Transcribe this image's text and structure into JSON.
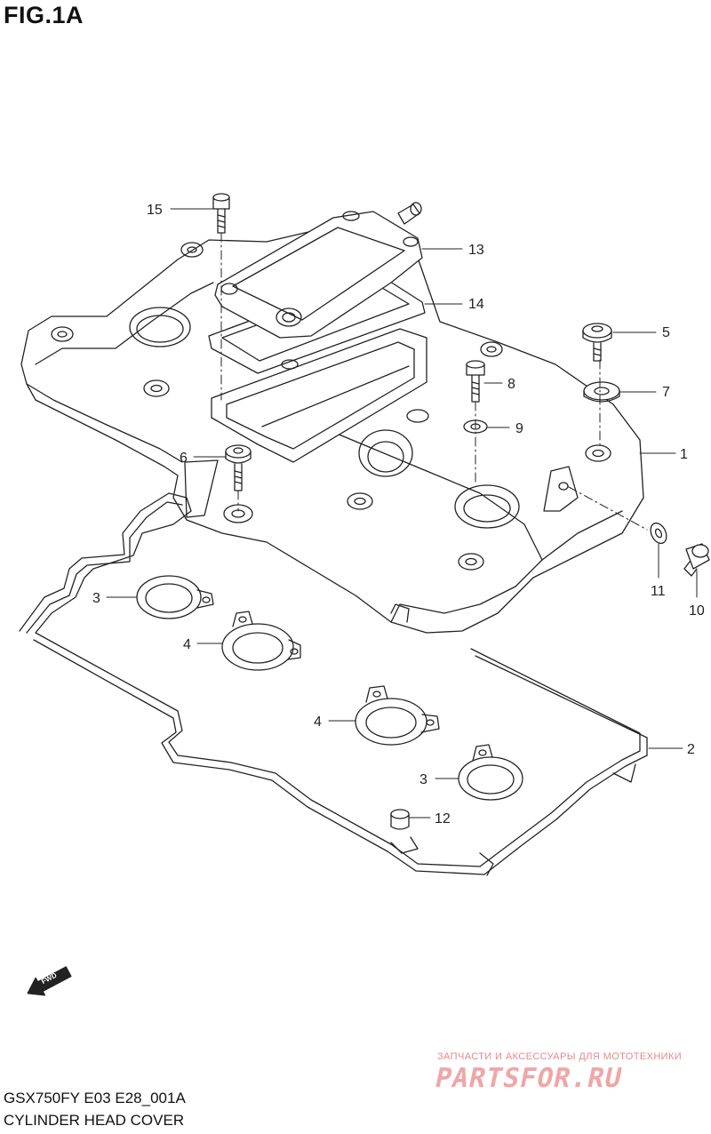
{
  "figure": {
    "label": "FIG.1A"
  },
  "callouts": [
    {
      "id": "15",
      "text": "15"
    },
    {
      "id": "13",
      "text": "13"
    },
    {
      "id": "14",
      "text": "14"
    },
    {
      "id": "5",
      "text": "5"
    },
    {
      "id": "7",
      "text": "7"
    },
    {
      "id": "8",
      "text": "8"
    },
    {
      "id": "9",
      "text": "9"
    },
    {
      "id": "1",
      "text": "1"
    },
    {
      "id": "6",
      "text": "6"
    },
    {
      "id": "11",
      "text": "11"
    },
    {
      "id": "10",
      "text": "10"
    },
    {
      "id": "3a",
      "text": "3"
    },
    {
      "id": "4a",
      "text": "4"
    },
    {
      "id": "4b",
      "text": "4"
    },
    {
      "id": "2",
      "text": "2"
    },
    {
      "id": "3b",
      "text": "3"
    },
    {
      "id": "12",
      "text": "12"
    }
  ],
  "direction_arrow": {
    "text": "FWD"
  },
  "footer": {
    "model_code": "GSX750FY E03 E28_001A",
    "section_name": "CYLINDER HEAD COVER"
  },
  "watermark": {
    "tagline": "ЗАПЧАСТИ И АКСЕССУАРЫ ДЛЯ МОТОТЕХНИКИ",
    "logo": "PARTSFOR.RU"
  },
  "colors": {
    "line": "#222222",
    "watermark": "#f0a6a6"
  }
}
